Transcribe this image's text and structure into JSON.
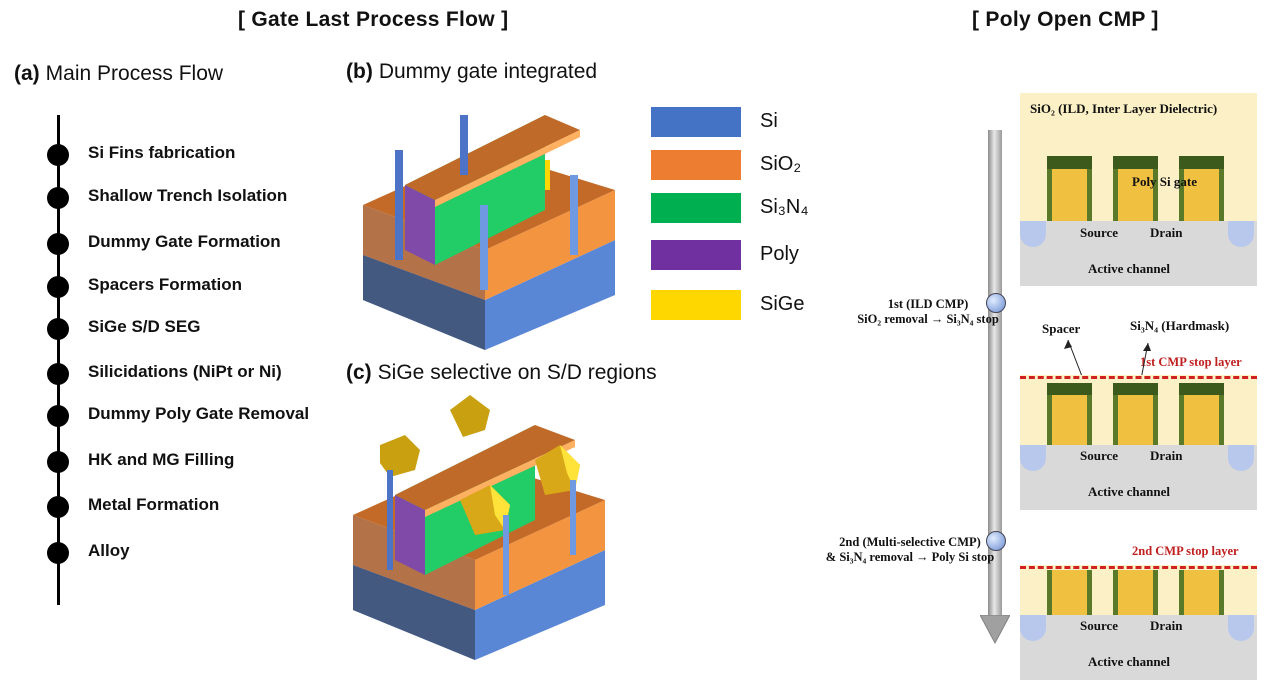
{
  "titles": {
    "left": "[ Gate Last Process Flow ]",
    "right": "[ Poly Open CMP ]"
  },
  "panel_a": {
    "letter": "(a)",
    "label": "Main Process Flow",
    "steps": [
      "Si Fins fabrication",
      "Shallow Trench Isolation",
      "Dummy Gate Formation",
      "Spacers Formation",
      "SiGe S/D SEG",
      "Silicidations (NiPt or Ni)",
      "Dummy Poly Gate Removal",
      "HK and MG Filling",
      "Metal Formation",
      "Alloy"
    ]
  },
  "panel_b": {
    "letter": "(b)",
    "label": "Dummy gate integrated"
  },
  "panel_c": {
    "letter": "(c)",
    "label": "SiGe selective on S/D regions"
  },
  "legend": [
    {
      "label": "Si",
      "color": "#4472c4"
    },
    {
      "label": "SiO₂",
      "color": "#ed7d31"
    },
    {
      "label": "Si₃N₄",
      "color": "#00b050"
    },
    {
      "label": "Poly",
      "color": "#7030a0"
    },
    {
      "label": "SiGe",
      "color": "#ffd700"
    }
  ],
  "cmp": {
    "ild_label": "SiO₂ (ILD, Inter Layer Dielectric)",
    "poly_gate": "Poly Si gate",
    "source": "Source",
    "drain": "Drain",
    "active_channel": "Active channel",
    "step1_line1": "1st (ILD CMP)",
    "step1_line2": "SiO₂ removal → Si₃N₄ stop",
    "spacer": "Spacer",
    "hardmask": "Si₃N₄ (Hardmask)",
    "stop1": "1st CMP stop layer",
    "step2_line1": "2nd (Multi-selective CMP)",
    "step2_line2": "& Si₃N₄ removal → Poly Si stop",
    "stop2": "2nd CMP stop layer"
  },
  "colors": {
    "si": "#4472c4",
    "sio2": "#ed7d31",
    "si3n4": "#00b050",
    "poly": "#7030a0",
    "sige": "#ffd700",
    "stop_line": "#d02020"
  }
}
